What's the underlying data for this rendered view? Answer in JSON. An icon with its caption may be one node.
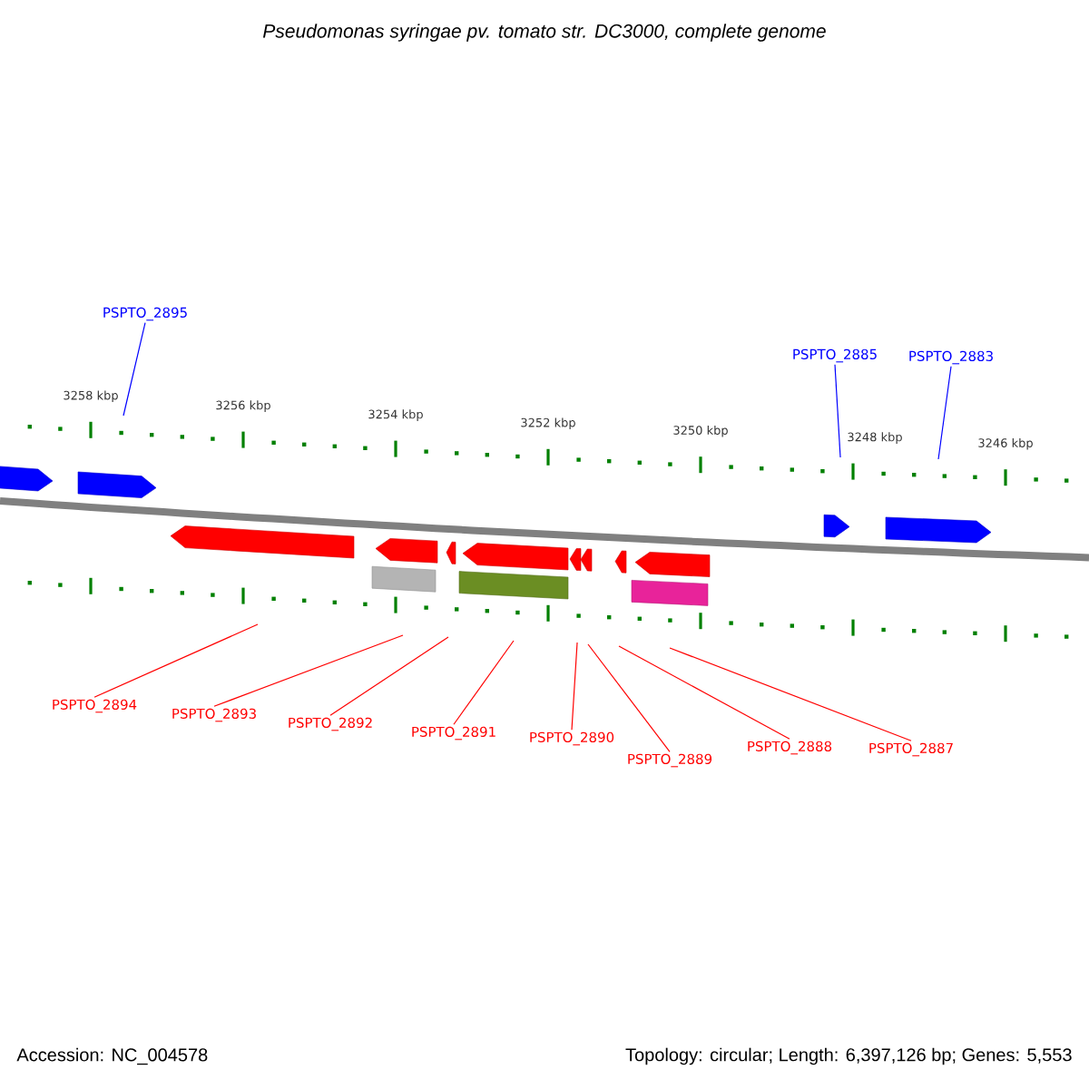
{
  "diagram": {
    "title": "Pseudomonas syringae pv. tomato str. DC3000, complete genome",
    "nodes": [
      {
        "text": [
          "PSPTO_2895"
        ]
      },
      {
        "text": [
          "PSPTO_2885"
        ]
      },
      {
        "text": [
          "PSPTO_2883"
        ]
      },
      {
        "text": [
          "PSPTO_2894"
        ]
      },
      {
        "text": [
          "PSPTO_2893"
        ]
      },
      {
        "text": [
          "PSPTO_2892"
        ]
      },
      {
        "text": [
          "PSPTO_2891"
        ]
      },
      {
        "text": [
          "PSPTO_2890"
        ]
      },
      {
        "text": [
          "PSPTO_2889"
        ]
      },
      {
        "text": [
          "PSPTO_2888"
        ]
      },
      {
        "text": [
          "PSPTO_2887"
        ]
      }
    ],
    "edges": [
      {
        "from": 0,
        "to": null,
        "arrow": "none",
        "color": "#0000ff"
      },
      {
        "from": 1,
        "to": null,
        "arrow": "none",
        "color": "#0000ff"
      },
      {
        "from": 2,
        "to": null,
        "arrow": "none",
        "color": "#0000ff"
      },
      {
        "from": 3,
        "to": null,
        "arrow": "none"
      },
      {
        "from": 4,
        "to": null,
        "arrow": "none"
      },
      {
        "from": 5,
        "to": null,
        "arrow": "none"
      },
      {
        "from": 6,
        "to": null,
        "arrow": "none"
      },
      {
        "from": 7,
        "to": null,
        "arrow": "none"
      },
      {
        "from": 8,
        "to": null,
        "arrow": "none"
      },
      {
        "from": 9,
        "to": null,
        "arrow": "none"
      },
      {
        "from": 10,
        "to": null,
        "arrow": "none"
      }
    ],
    "labels": [
      "3258 kbp",
      "3256 kbp",
      "3254 kbp",
      "3252 kbp",
      "3250 kbp",
      "3248 kbp",
      "3246 kbp",
      "Accession: NC_004578",
      "Topology: circular; Length: 6,397,126 bp; Genes: 5,553"
    ]
  }
}
